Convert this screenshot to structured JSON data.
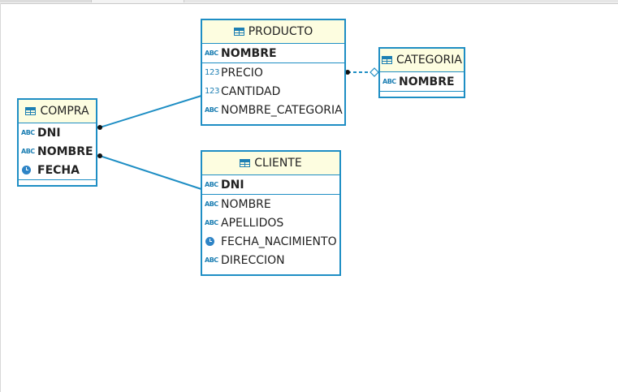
{
  "entities": {
    "producto": {
      "title": "PRODUCTO",
      "pk": [
        {
          "label": "NOMBRE",
          "type_icon": "ABC"
        }
      ],
      "attrs": [
        {
          "label": "PRECIO",
          "type_icon": "123"
        },
        {
          "label": "CANTIDAD",
          "type_icon": "123"
        },
        {
          "label": "NOMBRE_CATEGORIA",
          "type_icon": "ABC"
        }
      ]
    },
    "categoria": {
      "title": "CATEGORIA",
      "pk": [
        {
          "label": "NOMBRE",
          "type_icon": "ABC"
        }
      ],
      "attrs": []
    },
    "compra": {
      "title": "COMPRA",
      "pk": [
        {
          "label": "DNI",
          "type_icon": "ABC"
        },
        {
          "label": "NOMBRE",
          "type_icon": "ABC"
        },
        {
          "label": "FECHA",
          "type_icon": "clock-icon"
        }
      ],
      "attrs": []
    },
    "cliente": {
      "title": "CLIENTE",
      "pk": [
        {
          "label": "DNI",
          "type_icon": "ABC"
        }
      ],
      "attrs": [
        {
          "label": "NOMBRE",
          "type_icon": "ABC"
        },
        {
          "label": "APELLIDOS",
          "type_icon": "ABC"
        },
        {
          "label": "FECHA_NACIMIENTO",
          "type_icon": "clock-icon"
        },
        {
          "label": "DIRECCION",
          "type_icon": "ABC"
        }
      ]
    }
  },
  "relations": [
    {
      "from": "compra",
      "to": "producto",
      "style": "solid"
    },
    {
      "from": "compra",
      "to": "cliente",
      "style": "solid"
    },
    {
      "from": "producto",
      "to": "categoria",
      "style": "dashed"
    }
  ],
  "colors": {
    "border": "#1e8ec4",
    "header_bg": "#fdfde0",
    "icon": "#1d7fb3"
  }
}
